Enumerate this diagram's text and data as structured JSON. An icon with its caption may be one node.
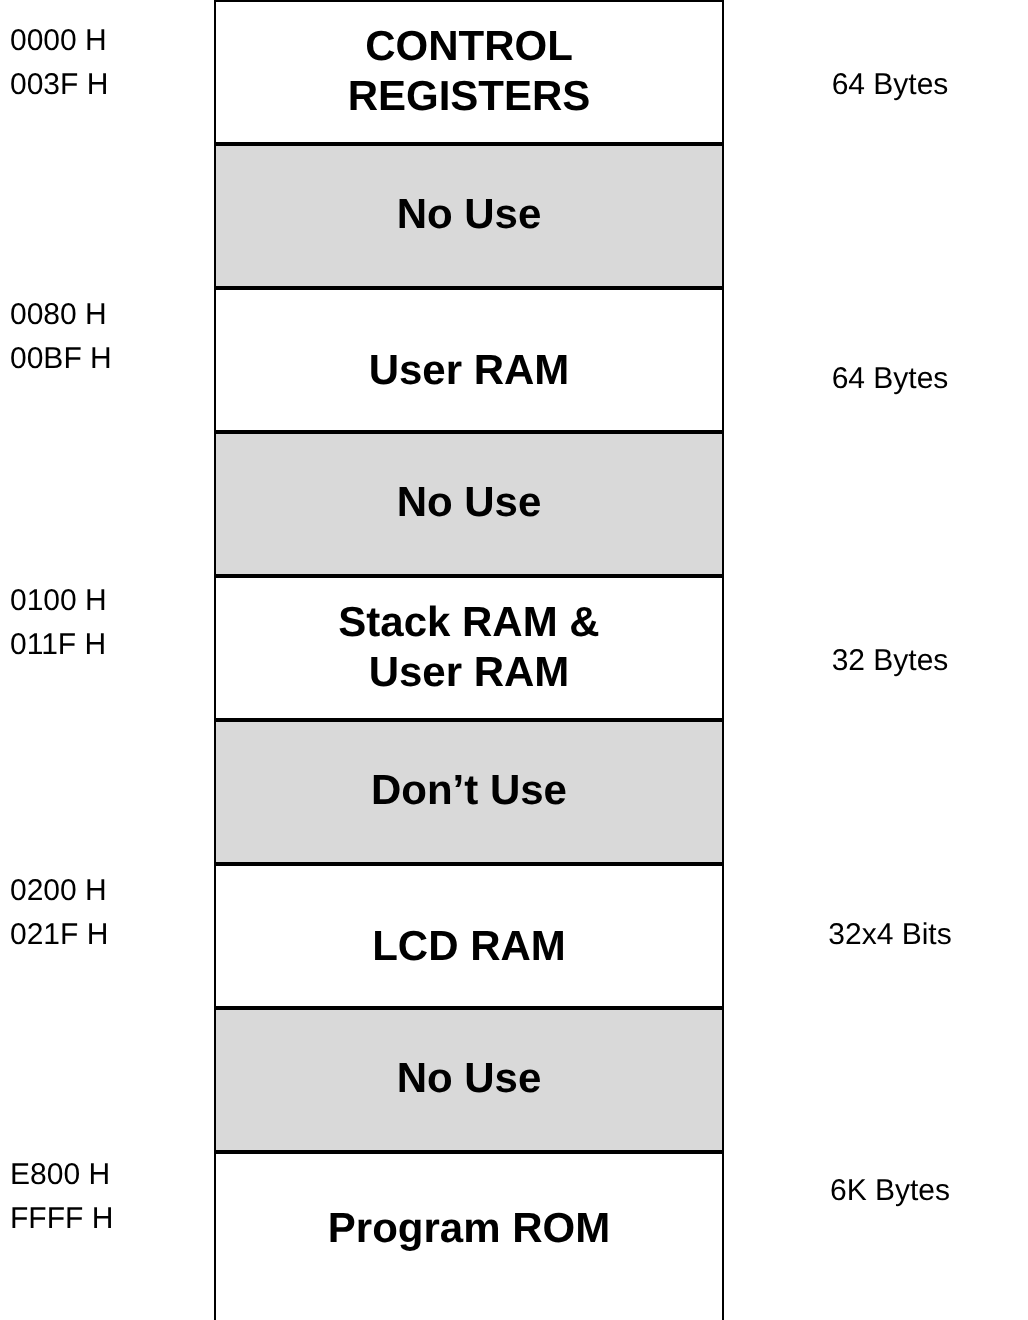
{
  "diagram": {
    "nodes": [
      {
        "text": [
          "CONTROL REGISTERS"
        ],
        "beside": [
          "0000 H",
          "003F H",
          "64 Bytes"
        ]
      },
      {
        "text": [
          "No Use"
        ]
      },
      {
        "text": [
          "User RAM"
        ],
        "beside": [
          "0080 H",
          "00BF H",
          "64 Bytes"
        ]
      },
      {
        "text": [
          "No Use"
        ]
      },
      {
        "text": [
          "Stack RAM & User RAM"
        ],
        "beside": [
          "0100 H",
          "011F H",
          "32 Bytes"
        ]
      },
      {
        "text": [
          "Don’t Use"
        ]
      },
      {
        "text": [
          "LCD RAM"
        ],
        "beside": [
          "0200 H",
          "021F H",
          "32x4 Bits"
        ]
      },
      {
        "text": [
          "No Use"
        ]
      },
      {
        "text": [
          "Program ROM"
        ],
        "beside": [
          "E800 H",
          "FFFF H",
          "6K Bytes"
        ]
      }
    ]
  }
}
